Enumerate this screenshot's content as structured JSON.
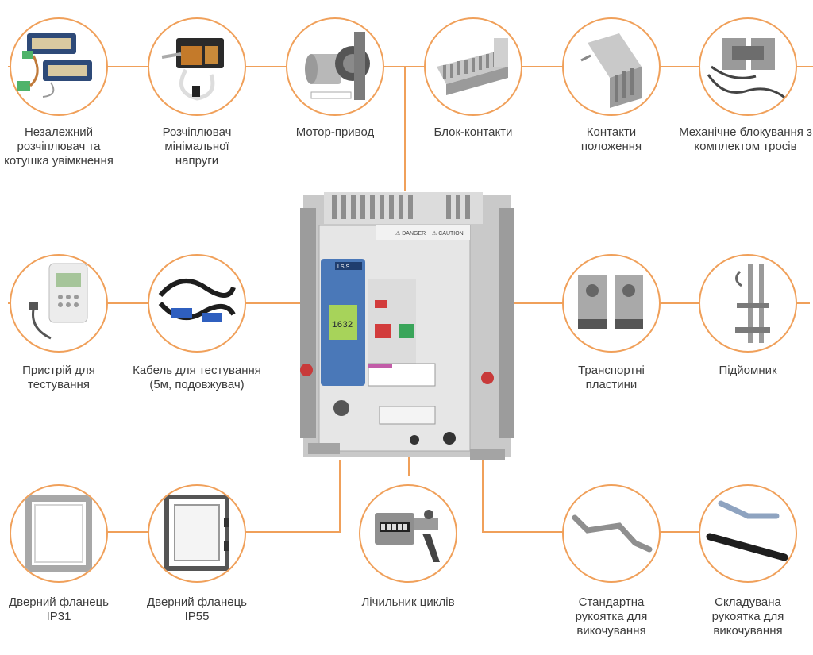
{
  "accent_color": "#f0a05a",
  "accessories": [
    {
      "id": "shunt-trip",
      "icon": "shunt-trip-and-closing-coil",
      "lines": [
        "Незалежний",
        "розчіплювач та",
        "котушка увімкнення"
      ]
    },
    {
      "id": "undervoltage",
      "icon": "undervoltage-release",
      "lines": [
        "Розчіплювач",
        "мінімальної",
        "напруги"
      ]
    },
    {
      "id": "motor",
      "icon": "motor-operator",
      "lines": [
        "Мотор-привод"
      ]
    },
    {
      "id": "aux-contacts",
      "icon": "auxiliary-contacts-block",
      "lines": [
        "Блок-контакти"
      ]
    },
    {
      "id": "position-contacts",
      "icon": "position-contacts",
      "lines": [
        "Контакти",
        "положення"
      ]
    },
    {
      "id": "mech-interlock",
      "icon": "mechanical-interlock-cables",
      "lines": [
        "Механічне блокування з",
        "комплектом тросів"
      ]
    },
    {
      "id": "tester",
      "icon": "test-device",
      "lines": [
        "Пристрій для",
        "тестування"
      ]
    },
    {
      "id": "test-cable",
      "icon": "test-cable",
      "lines": [
        "Кабель для тестування",
        "(5м, подовжувач)"
      ]
    },
    {
      "id": "transport-plates",
      "icon": "transport-plates",
      "lines": [
        "Транспортні",
        "пластини"
      ]
    },
    {
      "id": "lifter",
      "icon": "lifting-device",
      "lines": [
        "Підйомник"
      ]
    },
    {
      "id": "flange-ip31",
      "icon": "door-flange-ip31",
      "lines": [
        "Дверний фланець",
        "IP31"
      ]
    },
    {
      "id": "flange-ip55",
      "icon": "door-flange-ip55",
      "lines": [
        "Дверний фланець",
        "IP55"
      ]
    },
    {
      "id": "counter",
      "icon": "cycle-counter",
      "lines": [
        "Лічильник циклів"
      ]
    },
    {
      "id": "handle-std",
      "icon": "standard-racking-handle",
      "lines": [
        "Стандартна",
        "рукоятка для",
        "викочування"
      ]
    },
    {
      "id": "handle-fold",
      "icon": "folding-racking-handle",
      "lines": [
        "Складувана",
        "рукоятка для",
        "викочування"
      ]
    }
  ],
  "breaker": {
    "icon": "air-circuit-breaker",
    "brand_label": "LSIS",
    "display_value": "1632",
    "danger_label": "⚠ DANGER",
    "caution_label": "⚠ CAUTION"
  }
}
